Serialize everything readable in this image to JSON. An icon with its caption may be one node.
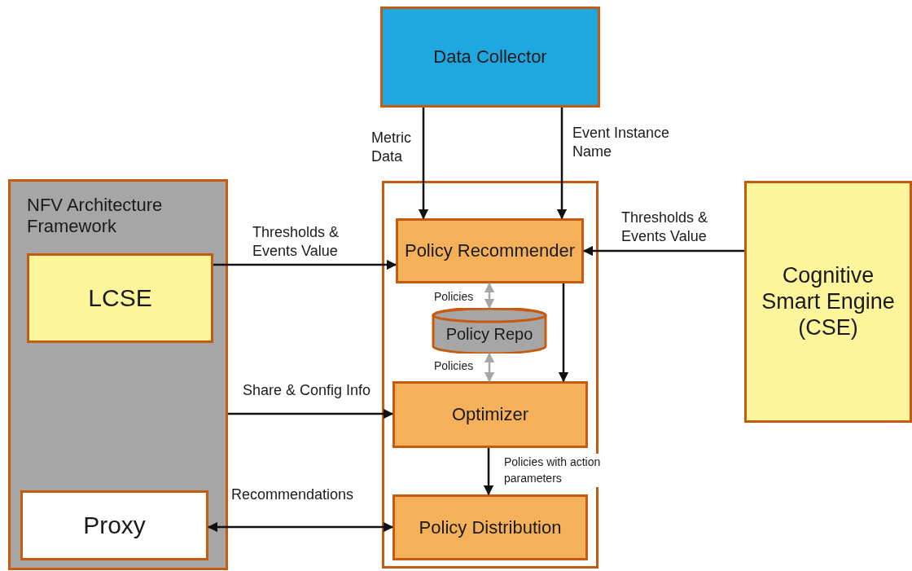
{
  "diagram": {
    "nodes": [
      {
        "text": [
          "Data Collector"
        ]
      },
      {
        "text": [
          "NFV Architecture Framework"
        ]
      },
      {
        "text": [
          "LCSE"
        ],
        "in": 1
      },
      {
        "text": [
          "Proxy"
        ],
        "in": 1
      },
      {
        "text": [],
        "shape": "box"
      },
      {
        "text": [
          "Policy Recommender"
        ],
        "in": 4
      },
      {
        "text": [
          "Policy Repo"
        ],
        "in": 4
      },
      {
        "text": [
          "Optimizer"
        ],
        "in": 4
      },
      {
        "text": [
          "Policy Distribution"
        ],
        "in": 4
      },
      {
        "text": [
          "Cognitive Smart Engine (CSE)"
        ]
      }
    ],
    "edges": [
      {
        "from": 0,
        "to": 5,
        "arrow": "to",
        "label": "Metric Data"
      },
      {
        "from": 0,
        "to": 5,
        "arrow": "to",
        "label": "Event Instance Name"
      },
      {
        "from": 2,
        "to": 5,
        "arrow": "to",
        "label": "Thresholds & Events Value"
      },
      {
        "from": 9,
        "to": 5,
        "arrow": "to",
        "label": "Thresholds & Events Value"
      },
      {
        "from": 5,
        "to": 6,
        "arrow": "both",
        "label": "Policies",
        "color": "#a6a6a6"
      },
      {
        "from": 6,
        "to": 7,
        "arrow": "both",
        "label": "Policies",
        "color": "#a6a6a6"
      },
      {
        "from": 5,
        "to": 7,
        "arrow": "to"
      },
      {
        "from": 1,
        "to": 7,
        "arrow": "to",
        "label": "Share & Config Info"
      },
      {
        "from": 7,
        "to": 8,
        "arrow": "to",
        "label": "Policies with action parameters"
      },
      {
        "from": 3,
        "to": 8,
        "arrow": "both",
        "label": "Recommendations"
      }
    ]
  }
}
